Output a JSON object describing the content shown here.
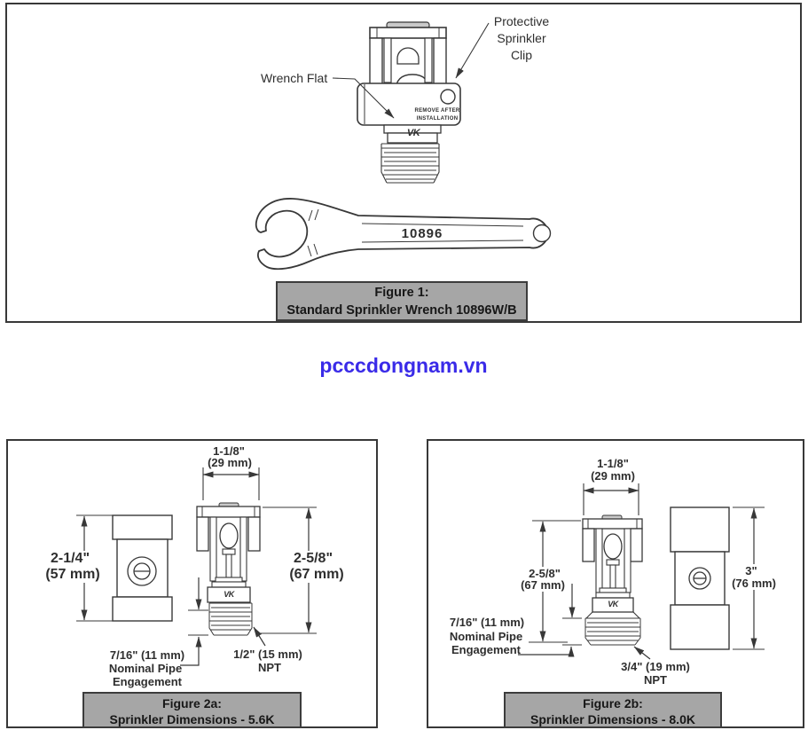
{
  "watermark": "pcccdongnam.vn",
  "colors": {
    "line_art": "#383838",
    "caption_bg": "#a6a6a6",
    "caption_border": "#3c3c3c",
    "caption_text": "#171717",
    "watermark_blue": "#3a2be8",
    "metal_gray": "#c9c9c9"
  },
  "figure1": {
    "callouts": {
      "wrench_flat": "Wrench Flat",
      "clip_line1": "Protective",
      "clip_line2": "Sprinkler",
      "clip_line3": "Clip"
    },
    "clip_stamp_line1": "REMOVE AFTER",
    "clip_stamp_line2": "INSTALLATION",
    "brand_mark": "VK",
    "wrench_number": "10896",
    "caption_line1": "Figure 1:",
    "caption_line2": "Standard Sprinkler Wrench 10896W/B"
  },
  "figure2a": {
    "brand_mark": "VK",
    "dims": {
      "width_in": "1-1/8\"",
      "width_mm": "(29 mm)",
      "cover_height_in": "2-1/4\"",
      "cover_height_mm": "(57 mm)",
      "overall_height_in": "2-5/8\"",
      "overall_height_mm": "(67 mm)",
      "engagement_line1": "7/16\" (11 mm)",
      "engagement_line2": "Nominal Pipe",
      "engagement_line3": "Engagement",
      "npt_size": "1/2\" (15 mm)",
      "npt_label": "NPT"
    },
    "caption_line1": "Figure 2a:",
    "caption_line2": "Sprinkler Dimensions - 5.6K"
  },
  "figure2b": {
    "brand_mark": "VK",
    "dims": {
      "width_in": "1-1/8\"",
      "width_mm": "(29 mm)",
      "overall_height_in": "2-5/8\"",
      "overall_height_mm": "(67 mm)",
      "cover_height_in": "3\"",
      "cover_height_mm": "(76 mm)",
      "engagement_line1": "7/16\" (11 mm)",
      "engagement_line2": "Nominal Pipe",
      "engagement_line3": "Engagement",
      "npt_size": "3/4\" (19 mm)",
      "npt_label": "NPT"
    },
    "caption_line1": "Figure 2b:",
    "caption_line2": "Sprinkler Dimensions - 8.0K"
  }
}
